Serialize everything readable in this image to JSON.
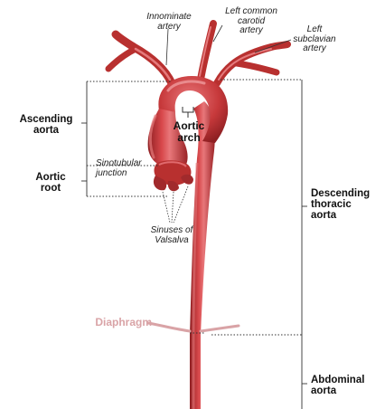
{
  "labels": {
    "innominate": "Innominate\nartery",
    "left_common_carotid": "Left common\ncarotid\nartery",
    "left_subclavian": "Left\nsubclavian\nartery",
    "ascending_aorta": "Ascending\naorta",
    "aortic_arch": "Aortic\narch",
    "sinotubular_junction": "Sinotubular\njunction",
    "aortic_root": "Aortic\nroot",
    "sinuses_of_valsalva": "Sinuses of\nValsalva",
    "descending_thoracic_aorta": "Descending\nthoracic\naorta",
    "diaphragm": "Diaphragm",
    "abdominal_aorta": "Abdominal\naorta"
  },
  "colors": {
    "vessel": "#c7393b",
    "vessel_dark": "#8e1f22",
    "vessel_light": "#e8777a",
    "diaphragm": "#d9a3a6",
    "guide": "#333333"
  }
}
